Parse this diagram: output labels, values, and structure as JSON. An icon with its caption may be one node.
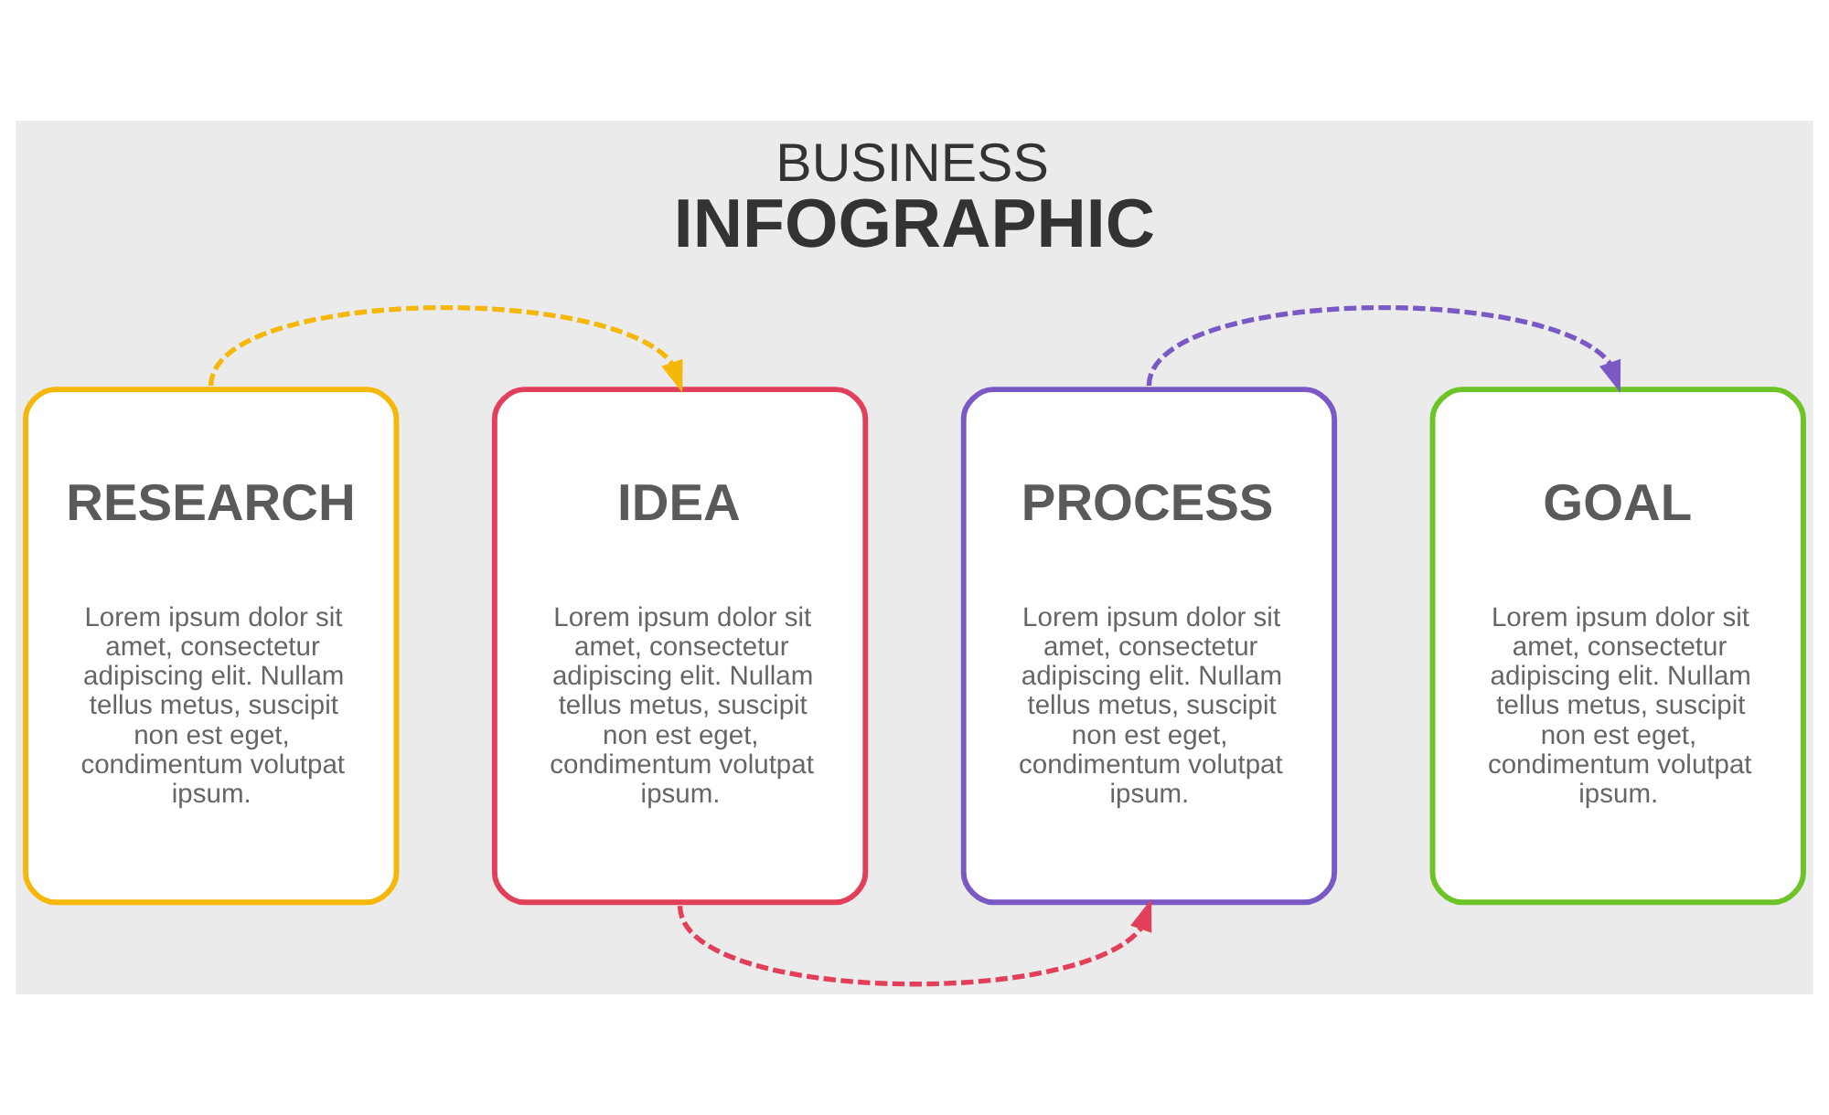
{
  "diagram": {
    "title": "BUSINESS INFOGRAPHIC",
    "nodes": [
      {
        "text": [
          "RESEARCH",
          "Lorem ipsum dolor sit amet, consectetur adipiscing elit. Nullam tellus metus, suscipit non est eget, condimentum volutpat ipsum."
        ]
      },
      {
        "text": [
          "IDEA",
          "Lorem ipsum dolor sit amet, consectetur adipiscing elit. Nullam tellus metus, suscipit non est eget, condimentum volutpat ipsum."
        ]
      },
      {
        "text": [
          "PROCESS",
          "Lorem ipsum dolor sit amet, consectetur adipiscing elit. Nullam tellus metus, suscipit non est eget, condimentum volutpat ipsum."
        ]
      },
      {
        "text": [
          "GOAL",
          "Lorem ipsum dolor sit amet, consectetur adipiscing elit. Nullam tellus metus, suscipit non est eget, condimentum volutpat ipsum."
        ]
      }
    ],
    "edges": [
      {
        "from": 0,
        "to": 1,
        "arrow": "to",
        "style": "dashed",
        "color": "#f5b70a"
      },
      {
        "from": 1,
        "to": 2,
        "arrow": "to",
        "style": "dashed",
        "color": "#e2405a"
      },
      {
        "from": 2,
        "to": 3,
        "arrow": "to",
        "style": "dashed",
        "color": "#7b59c4"
      }
    ]
  }
}
